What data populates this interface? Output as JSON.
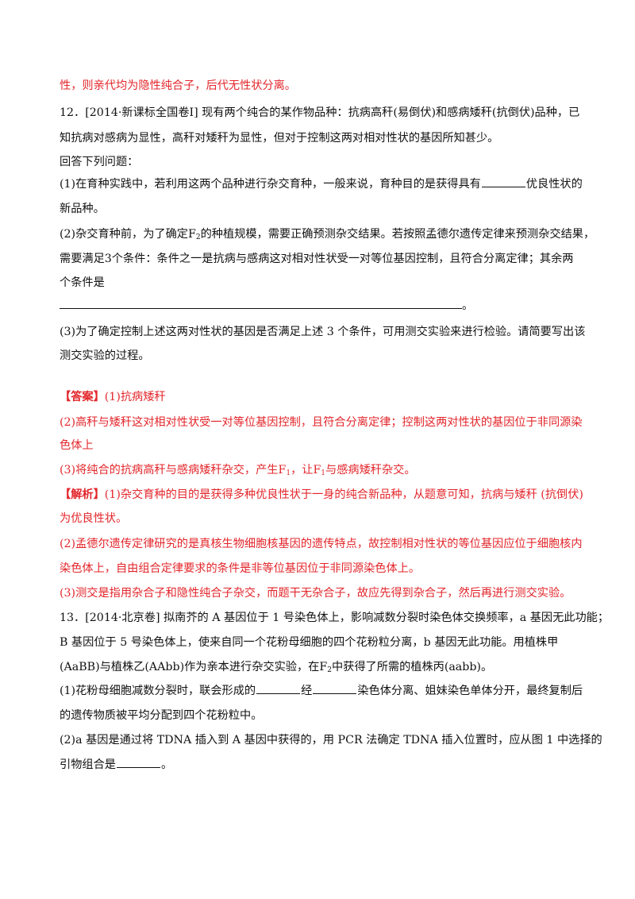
{
  "top_answer_tail": "性，则亲代均为隐性纯合子，后代无性状分离。",
  "q12": {
    "stem_1": "12．[2014·新课标全国卷Ⅰ] 现有两个纯合的某作物品种：抗病高秆(易倒伏)和感病矮秆(抗倒伏)品种，已",
    "stem_2": "知抗病对感病为显性，高秆对矮秆为显性，但对于控制这两对相对性状的基因所知甚少。",
    "prompt": "回答下列问题：",
    "p1_a": "(1)在育种实践中，若利用这两个品种进行杂交育种，一般来说，育种目的是获得具有",
    "p1_b": "优良性状的",
    "p1_c": "新品种。",
    "p2_a": "(2)杂交育种前，为了确定F",
    "p2_sub": "2",
    "p2_b": "的种植规模，需要正确预测杂交结果。若按照孟德尔遗传定律来预测杂交结果，",
    "p2_c": "需要满足3个条件：条件之一是抗病与感病这对相对性状受一对等位基因控制，且符合分离定律；其余两",
    "p2_d": "个条件是",
    "p2_end": "。",
    "p3_a": "(3)为了确定控制上述这两对性状的基因是否满足上述 3 个条件，可用测交实验来进行检验。请简要写出该",
    "p3_b": "测交实验的过程。"
  },
  "answer": {
    "tag": "【答案】",
    "a1": "(1)抗病矮秆",
    "a2_1": "(2)高秆与矮秆这对相对性状受一对等位基因控制，且符合分离定律；控制这两对性状的基因位于非同源染",
    "a2_2": "色体上",
    "a3_a": "(3)将纯合的抗病高秆与感病矮秆杂交，产生F",
    "a3_sub1": "1",
    "a3_b": "，让F",
    "a3_sub2": "1",
    "a3_c": "与感病矮秆杂交。"
  },
  "analysis": {
    "tag": "【解析】",
    "e1_1": "(1)杂交育种的目的是获得多种优良性状于一身的纯合新品种，从题意可知，抗病与矮秆 (抗倒伏)",
    "e1_2": "为优良性状。",
    "e2_1": "(2)孟德尔遗传定律研究的是真核生物细胞核基因的遗传特点，故控制相对性状的等位基因应位于细胞核内",
    "e2_2": "染色体上，自由组合定律要求的条件是非等位基因位于非同源染色体上。",
    "e3": "(3)测交是指用杂合子和隐性纯合子杂交，而题干无杂合子，故应先得到杂合子，然后再进行测交实验。"
  },
  "q13": {
    "stem_1": "13．[2014·北京卷] 拟南芥的 A 基因位于 1 号染色体上，影响减数分裂时染色体交换频率，a 基因无此功能；",
    "stem_2": "B 基因位于 5 号染色体上，使来自同一个花粉母细胞的四个花粉粒分离，b 基因无此功能。用植株甲",
    "stem_3a": "(AaBB)与植株乙(AAbb)作为亲本进行杂交实验，在F",
    "stem_3sub": "2",
    "stem_3b": "中获得了所需的植株丙(aabb)。",
    "p1_a": "(1)花粉母细胞减数分裂时，联会形成的",
    "p1_b": "经",
    "p1_c": "染色体分离、姐妹染色单体分开，最终复制后",
    "p1_d": "的遗传物质被平均分配到四个花粉粒中。",
    "p2_a": "(2)a 基因是通过将 TDNA 插入到 A 基因中获得的，用 PCR 法确定 TDNA 插入位置时，应从图 1 中选择的",
    "p2_b": "引物组合是",
    "p2_end": "。"
  }
}
